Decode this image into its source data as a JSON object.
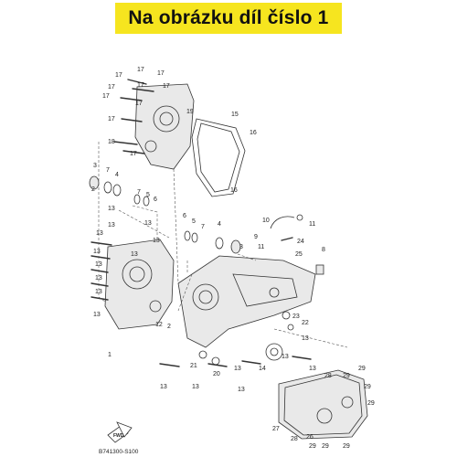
{
  "banner": {
    "text": "Na obrázku díl číslo 1"
  },
  "diagram": {
    "code": "B741300-S100",
    "fwd_label": "FWD",
    "callouts": [
      {
        "n": "17"
      },
      {
        "n": "17"
      },
      {
        "n": "17"
      },
      {
        "n": "17"
      },
      {
        "n": "17"
      },
      {
        "n": "17"
      },
      {
        "n": "17"
      },
      {
        "n": "17"
      },
      {
        "n": "17"
      },
      {
        "n": "18"
      },
      {
        "n": "17"
      },
      {
        "n": "19"
      },
      {
        "n": "15"
      },
      {
        "n": "16"
      },
      {
        "n": "16"
      },
      {
        "n": "3"
      },
      {
        "n": "7"
      },
      {
        "n": "4"
      },
      {
        "n": "2"
      },
      {
        "n": "7"
      },
      {
        "n": "5"
      },
      {
        "n": "6"
      },
      {
        "n": "13"
      },
      {
        "n": "13"
      },
      {
        "n": "13"
      },
      {
        "n": "6"
      },
      {
        "n": "5"
      },
      {
        "n": "7"
      },
      {
        "n": "4"
      },
      {
        "n": "3"
      },
      {
        "n": "10"
      },
      {
        "n": "11"
      },
      {
        "n": "9"
      },
      {
        "n": "11"
      },
      {
        "n": "24"
      },
      {
        "n": "25"
      },
      {
        "n": "8"
      },
      {
        "n": "13"
      },
      {
        "n": "13"
      },
      {
        "n": "13"
      },
      {
        "n": "13"
      },
      {
        "n": "13"
      },
      {
        "n": "13"
      },
      {
        "n": "13"
      },
      {
        "n": "13"
      },
      {
        "n": "2"
      },
      {
        "n": "12"
      },
      {
        "n": "1"
      },
      {
        "n": "23"
      },
      {
        "n": "22"
      },
      {
        "n": "13"
      },
      {
        "n": "13"
      },
      {
        "n": "13"
      },
      {
        "n": "14"
      },
      {
        "n": "13"
      },
      {
        "n": "21"
      },
      {
        "n": "20"
      },
      {
        "n": "13"
      },
      {
        "n": "13"
      },
      {
        "n": "13"
      },
      {
        "n": "28"
      },
      {
        "n": "29"
      },
      {
        "n": "29"
      },
      {
        "n": "29"
      },
      {
        "n": "29"
      },
      {
        "n": "27"
      },
      {
        "n": "26"
      },
      {
        "n": "28"
      },
      {
        "n": "29"
      },
      {
        "n": "29"
      },
      {
        "n": "29"
      }
    ]
  }
}
